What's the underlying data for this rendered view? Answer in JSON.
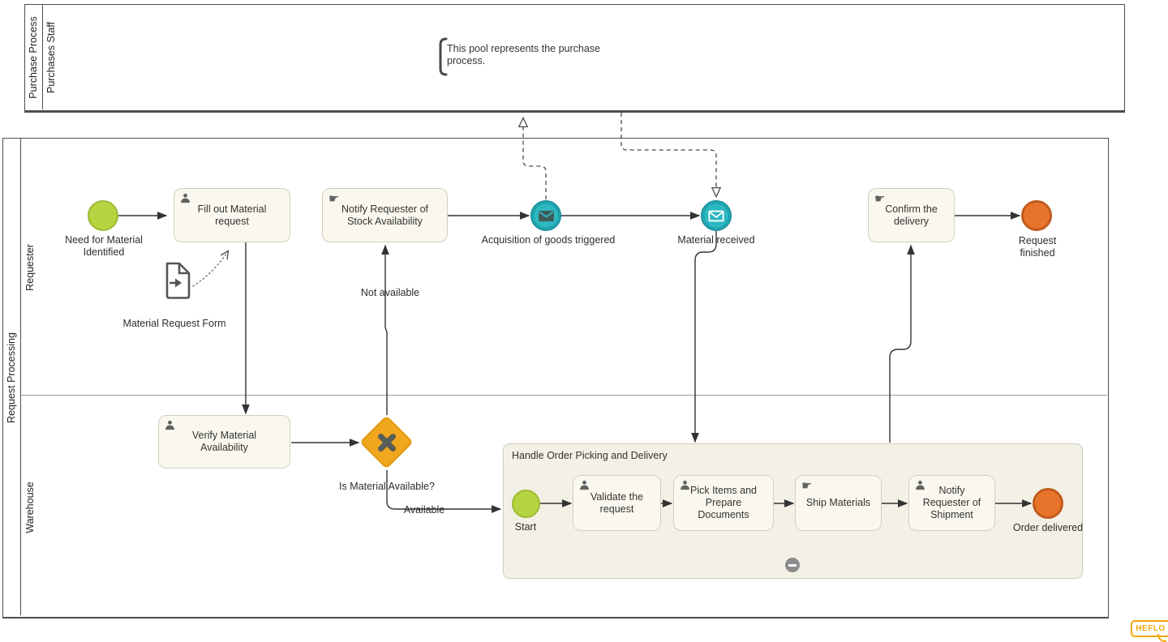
{
  "top_pool": {
    "title": "Purchase Process",
    "lane": "Purchases Staff"
  },
  "annotation": {
    "text": "This pool represents the purchase process."
  },
  "bottom_pool": {
    "title": "Request Processing",
    "lane_requester": "Requester",
    "lane_warehouse": "Warehouse"
  },
  "nodes": {
    "need": {
      "label": "Need for Material Identified",
      "type": "start-event"
    },
    "fill_out": {
      "label": "Fill out Material request",
      "type": "user-task"
    },
    "material_form": {
      "label": "Material Request Form",
      "type": "data-object"
    },
    "notify_stock": {
      "label": "Notify Requester of Stock Availability",
      "type": "manual-task"
    },
    "acquisition": {
      "label": "Acquisition of goods triggered",
      "type": "message-throw-event"
    },
    "material_received": {
      "label": "Material received",
      "type": "message-catch-event"
    },
    "confirm_delivery": {
      "label": "Confirm the delivery",
      "type": "manual-task"
    },
    "request_finished": {
      "label": "Request finished",
      "type": "end-event"
    },
    "verify": {
      "label": "Verify Material Availability",
      "type": "user-task"
    },
    "gateway": {
      "label": "Is Material Available?",
      "type": "exclusive-gateway"
    },
    "subprocess": {
      "title": "Handle Order Picking and Delivery",
      "type": "expanded-subprocess"
    },
    "sub_start": {
      "label": "Start",
      "type": "start-event"
    },
    "validate": {
      "label": "Validate the request",
      "type": "user-task"
    },
    "pick_items": {
      "label": "Pick Items and Prepare Documents",
      "type": "user-task"
    },
    "ship": {
      "label": "Ship Materials",
      "type": "manual-task"
    },
    "notify_shipment": {
      "label": "Notify Requester of Shipment",
      "type": "user-task"
    },
    "order_delivered": {
      "label": "Order delivered",
      "type": "end-event"
    }
  },
  "flows": {
    "available": "Available",
    "not_available": "Not available"
  },
  "logo": {
    "text": "HEFLO"
  },
  "colors": {
    "start_event": "#b5d440",
    "end_event": "#e8742c",
    "message_event": "#2cb8c0",
    "gateway": "#f1a71c",
    "task_fill": "#faf8ee",
    "subprocess_fill": "#f3f1e5",
    "logo_accent": "#f2a70a"
  }
}
